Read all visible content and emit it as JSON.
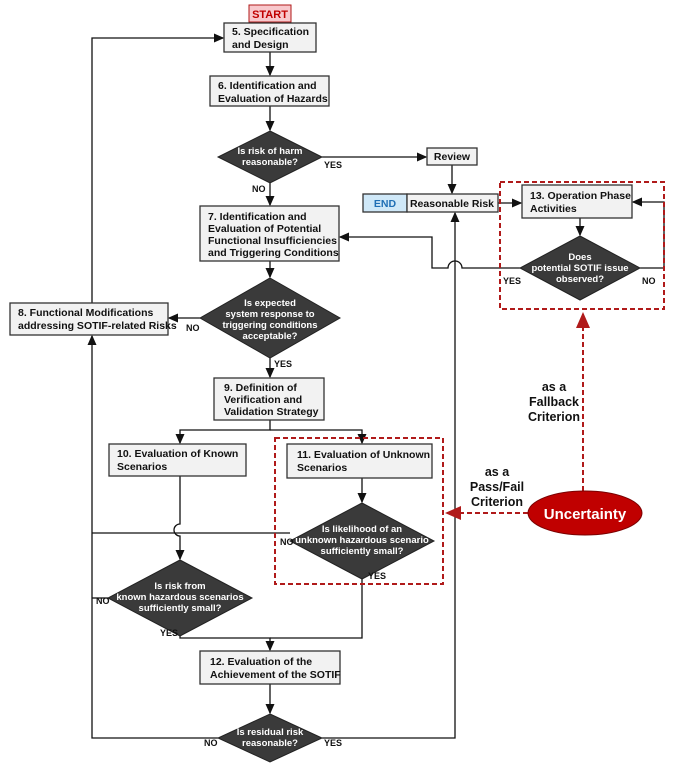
{
  "start": "START",
  "end": "END",
  "reasonable_risk": "Reasonable Risk",
  "review": "Review",
  "steps": {
    "s5": [
      "5.  Specification",
      "and Design"
    ],
    "s6": [
      "6. Identification and",
      "Evaluation of Hazards"
    ],
    "s7": [
      "7.  Identification and",
      "Evaluation of Potential",
      "Functional Insufficiencies",
      "and Triggering Conditions"
    ],
    "s8": [
      "8.  Functional Modifications",
      "addressing SOTIF-related Risks"
    ],
    "s9": [
      "9.  Definition of",
      "Verification and",
      "Validation Strategy"
    ],
    "s10": [
      "10.  Evaluation of Known",
      "Scenarios"
    ],
    "s11": [
      "11.  Evaluation of Unknown",
      "Scenarios"
    ],
    "s12": [
      "12.  Evaluation of the",
      "Achievement of the SOTIF"
    ],
    "s13": [
      "13.  Operation Phase",
      "Activities"
    ]
  },
  "decisions": {
    "d1": [
      "Is risk of harm",
      "reasonable?"
    ],
    "d2": [
      "Is expected",
      "system response to",
      "triggering conditions",
      "acceptable?"
    ],
    "d_unknown": [
      "Is likelihood of an",
      "unknown hazardous scenario",
      "sufficiently small?"
    ],
    "d_known": [
      "Is risk from",
      "known hazardous scenarios",
      "sufficiently small?"
    ],
    "d_residual": [
      "Is residual risk",
      "reasonable?"
    ],
    "d13": [
      "Does",
      "potential SOTIF issue",
      "observed?"
    ]
  },
  "yes": "YES",
  "no": "NO",
  "uncertainty": "Uncertainty",
  "fallback": [
    "as a",
    "Fallback",
    "Criterion"
  ],
  "passfail": [
    "as a",
    "Pass/Fail",
    "Criterion"
  ],
  "colors": {
    "start_fill": "#f8c8cc",
    "end_fill": "#cfe8f8",
    "uncertainty": "#c00000",
    "dashed": "#b01a1a"
  }
}
